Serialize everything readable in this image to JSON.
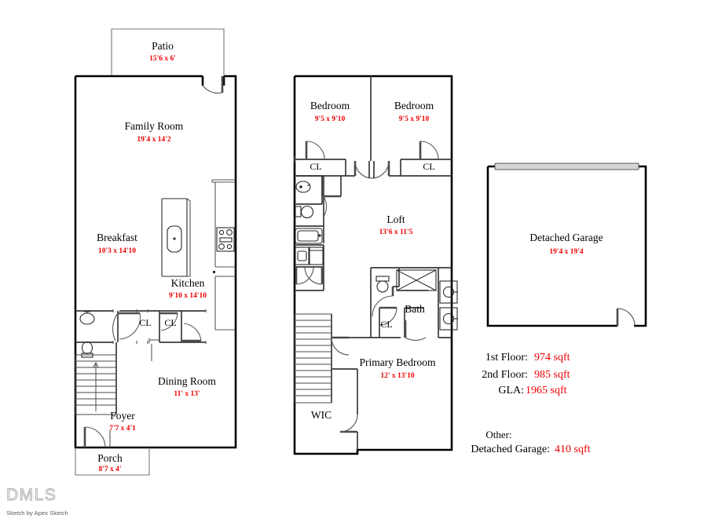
{
  "document": {
    "type": "real-estate-floor-plan-sketch",
    "credit": "Sketch by Apex Sketch",
    "logo_text": "DMLS"
  },
  "floor1": {
    "name": "1st Floor",
    "rooms": [
      {
        "id": "patio",
        "label": "Patio",
        "dim": "15'6 x 6'"
      },
      {
        "id": "family-room",
        "label": "Family Room",
        "dim": "19'4 x 14'2"
      },
      {
        "id": "breakfast",
        "label": "Breakfast",
        "dim": "10'3 x 14'10"
      },
      {
        "id": "kitchen",
        "label": "Kitchen",
        "dim": "9'10 x 14'10"
      },
      {
        "id": "dining-room",
        "label": "Dining Room",
        "dim": "11' x 13'"
      },
      {
        "id": "foyer",
        "label": "Foyer",
        "dim": "7'7 x 4'1"
      },
      {
        "id": "porch",
        "label": "Porch",
        "dim": "8'7 x 4'"
      }
    ],
    "closets": [
      {
        "id": "cl-1",
        "label": "CL"
      },
      {
        "id": "cl-2",
        "label": "CL"
      }
    ]
  },
  "floor2": {
    "name": "2nd Floor",
    "rooms": [
      {
        "id": "bedroom-1",
        "label": "Bedroom",
        "dim": "9'5 x 9'10"
      },
      {
        "id": "bedroom-2",
        "label": "Bedroom",
        "dim": "9'5 x 9'10"
      },
      {
        "id": "loft",
        "label": "Loft",
        "dim": "13'6 x 11'5"
      },
      {
        "id": "bath",
        "label": "Bath",
        "dim": ""
      },
      {
        "id": "primary-bedroom",
        "label": "Primary Bedroom",
        "dim": "12' x 13'10"
      },
      {
        "id": "wic",
        "label": "WIC",
        "dim": ""
      }
    ],
    "closets": [
      {
        "id": "cl-3",
        "label": "CL"
      },
      {
        "id": "cl-4",
        "label": "CL"
      },
      {
        "id": "cl-5",
        "label": "CL"
      }
    ]
  },
  "garage": {
    "label": "Detached Garage",
    "dim": "19'4 x 19'4"
  },
  "summary": {
    "rows": [
      {
        "label": "1st Floor:",
        "value": "974 sqft"
      },
      {
        "label": "2nd Floor:",
        "value": "985 sqft"
      },
      {
        "label": "GLA:",
        "value": "1965 sqft"
      }
    ],
    "other_heading": "Other:",
    "other_rows": [
      {
        "label": "Detached Garage:",
        "value": "410 sqft"
      }
    ],
    "other_line": "Detached Garage: 410 sqft"
  },
  "colors": {
    "dimension_text": "#ee0000",
    "label_text": "#000000",
    "exterior_wall": "#000000",
    "interior_wall": "#3a3a3a",
    "garage_door_fill": "#d6d6d6"
  }
}
